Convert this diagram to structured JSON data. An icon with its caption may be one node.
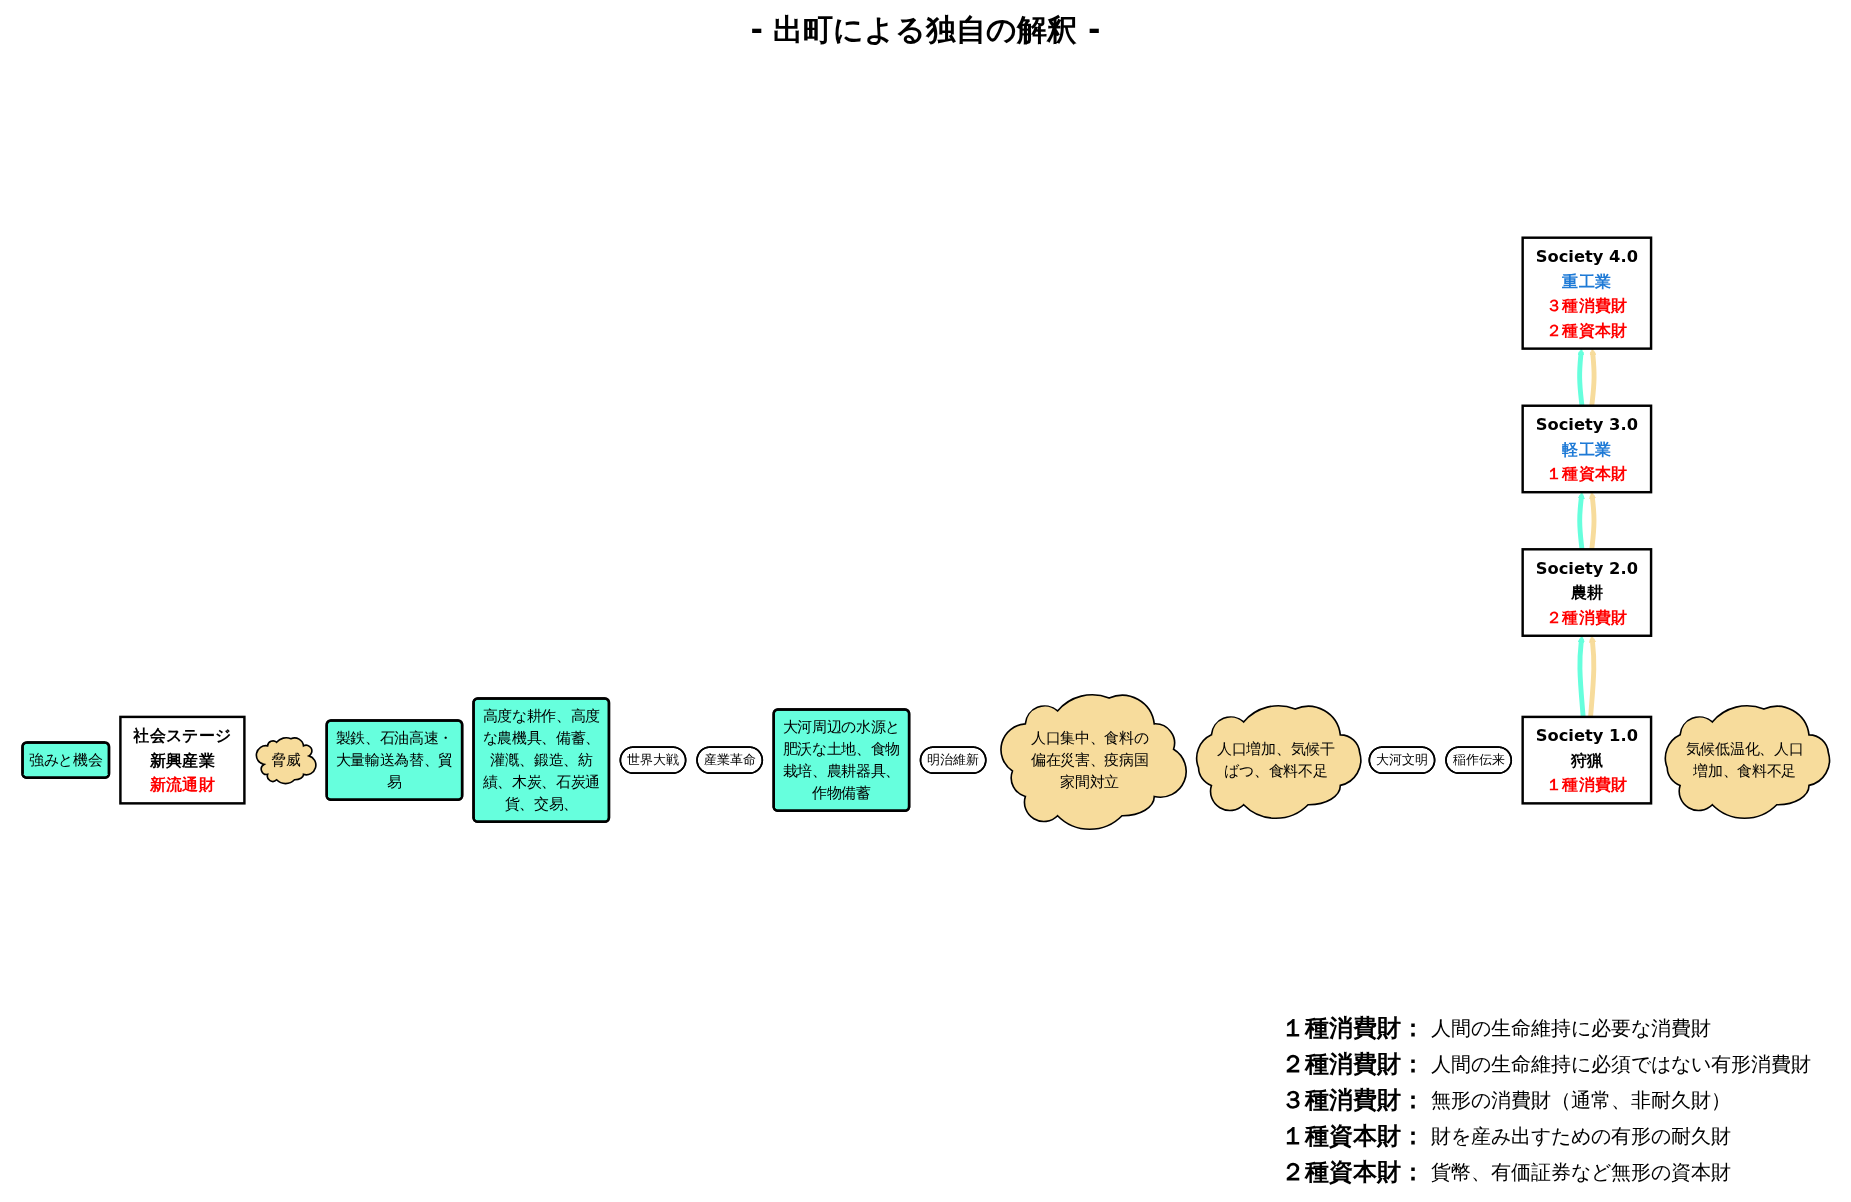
{
  "diagram": {
    "title": "- 出町による独自の解釈 -",
    "nodes": [
      {
        "text": [
          "強みと機会"
        ]
      },
      {
        "text": [
          "社会ステージ",
          "新興産業",
          "新流通財"
        ]
      },
      {
        "text": [
          "脅威"
        ]
      },
      {
        "text": [
          "製鉄、石油高速・大量輸送為替、貿易"
        ]
      },
      {
        "text": [
          "Society 4.0",
          "重工業",
          "３種消費財",
          "２種資本財"
        ]
      },
      {
        "text": [
          "高度な耕作、高度な農機具、備蓄、灌漑、鍛造、紡績、木炭、石炭通貨、交易、"
        ]
      },
      {
        "text": [
          "世界大戦"
        ]
      },
      {
        "text": [
          "Society 3.0",
          "軽工業",
          "１種資本財"
        ]
      },
      {
        "text": [
          "産業革命"
        ]
      },
      {
        "text": [
          "大河周辺の水源と肥沃な土地、食物栽培、農耕器具、作物備蓄"
        ]
      },
      {
        "text": [
          "明治維新"
        ]
      },
      {
        "text": [
          "人口集中、食料の偏在災害、疫病国家間対立"
        ]
      },
      {
        "text": [
          "Society 2.0",
          "農耕",
          "２種消費財"
        ]
      },
      {
        "text": [
          "人口増加、気候干ばつ、食料不足"
        ]
      },
      {
        "text": [
          "大河文明"
        ]
      },
      {
        "text": [
          "稲作伝来"
        ]
      },
      {
        "text": [
          "Society 1.0",
          "狩猟",
          "１種消費財"
        ]
      },
      {
        "text": [
          "気候低温化、人口増加、食料不足"
        ]
      }
    ],
    "edges": [
      {
        "from": 16,
        "to": 12,
        "arrow": "to",
        "color": "#66ffdd"
      },
      {
        "from": 16,
        "to": 12,
        "arrow": "to",
        "color": "#f7dc9c"
      },
      {
        "from": 12,
        "to": 7,
        "arrow": "to",
        "color": "#66ffdd"
      },
      {
        "from": 12,
        "to": 7,
        "arrow": "to",
        "color": "#f7dc9c"
      },
      {
        "from": 7,
        "to": 4,
        "arrow": "to",
        "color": "#66ffdd"
      },
      {
        "from": 7,
        "to": 4,
        "arrow": "to",
        "color": "#f7dc9c"
      }
    ],
    "labels": [
      "１種消費財：",
      "人間の生命維持に必要な消費財",
      "２種消費財：",
      "人間の生命維持に必須ではない有形消費財",
      "３種消費財：",
      "無形の消費財（通常、非耐久財）",
      "１種資本財：",
      "財を産み出すための有形の耐久財",
      "２種資本財：",
      "貨幣、有価証券など無形の資本財"
    ]
  }
}
